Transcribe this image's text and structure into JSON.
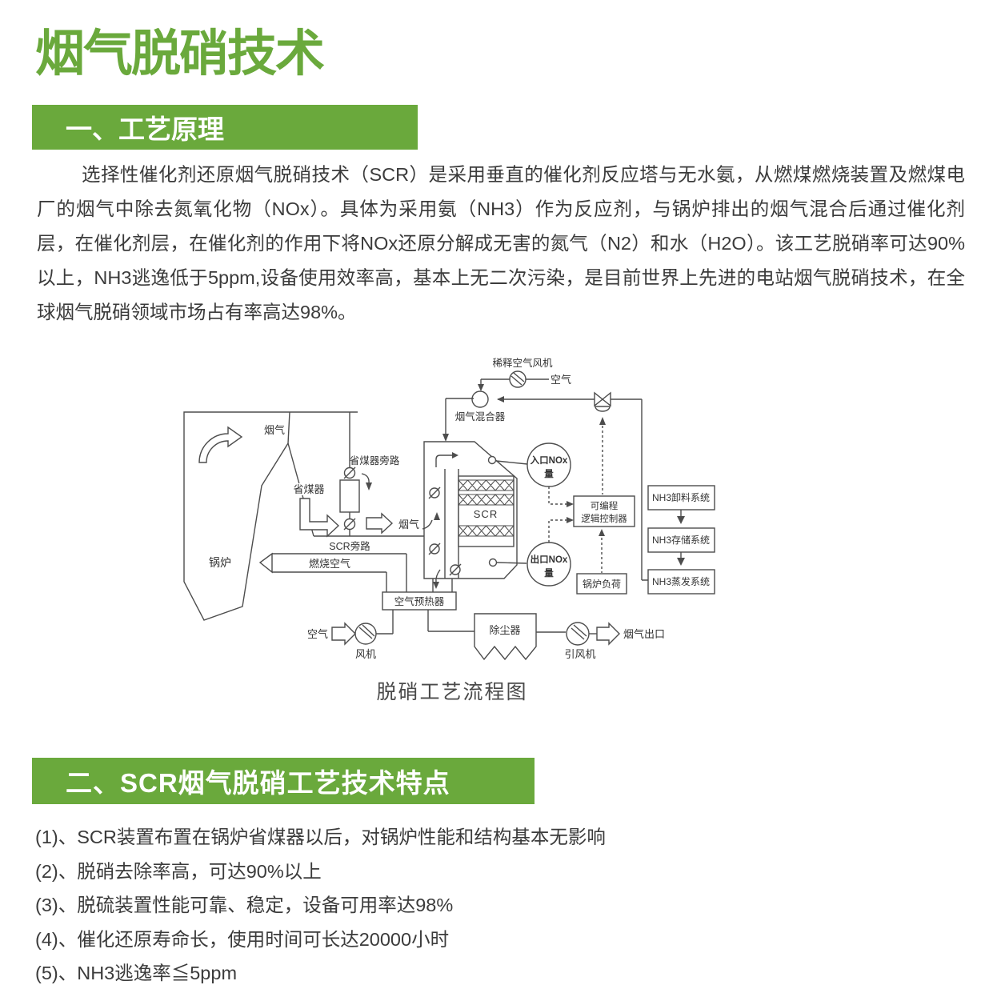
{
  "page": {
    "title": "烟气脱硝技术",
    "section1": {
      "heading": "一、工艺原理",
      "paragraph": "选择性催化剂还原烟气脱硝技术（SCR）是采用垂直的催化剂反应塔与无水氨，从燃煤燃烧装置及燃煤电厂的烟气中除去氮氧化物（NOx）。具体为采用氨（NH3）作为反应剂，与锅炉排出的烟气混合后通过催化剂层，在催化剂层，在催化剂的作用下将NOx还原分解成无害的氮气（N2）和水（H2O）。该工艺脱硝率可达90%以上，NH3逃逸低于5ppm,设备使用效率高，基本上无二次污染，是目前世界上先进的电站烟气脱硝技术，在全球烟气脱硝领域市场占有率高达98%。"
    },
    "diagram": {
      "caption": "脱硝工艺流程图",
      "labels": {
        "dilution_air_fan": "稀释空气风机",
        "air_top": "空气",
        "flue_gas_mixer": "烟气混合器",
        "boiler_flue_gas": "烟气",
        "economizer_bypass": "省煤器旁路",
        "economizer": "省煤器",
        "boiler": "锅炉",
        "scr_bypass": "SCR旁路",
        "flue_gas_duct": "烟气",
        "combustion_air": "燃烧空气",
        "scr_reactor": "SCR",
        "inlet_nox_line1": "入口NOx",
        "inlet_nox_line2": "量",
        "outlet_nox_line1": "出口NOx",
        "outlet_nox_line2": "量",
        "plc_line1": "可编程",
        "plc_line2": "逻辑控制器",
        "boiler_load": "锅炉负荷",
        "nh3_unloading": "NH3卸料系统",
        "nh3_storage": "NH3存储系统",
        "nh3_evaporation": "NH3蒸发系统",
        "air_preheater": "空气预热器",
        "air_bottom": "空气",
        "fan": "风机",
        "dust_collector": "除尘器",
        "induced_draft_fan": "引风机",
        "flue_gas_outlet": "烟气出口"
      }
    },
    "section2": {
      "heading": "二、SCR烟气脱硝工艺技术特点",
      "items": [
        "(1)、SCR装置布置在锅炉省煤器以后，对锅炉性能和结构基本无影响",
        "(2)、脱硝去除率高，可达90%以上",
        "(3)、脱硫装置性能可靠、稳定，设备可用率达98%",
        "(4)、催化还原寿命长，使用时间可长达20000小时",
        "(5)、NH3逃逸率≦5ppm"
      ]
    },
    "colors": {
      "accent_green": "#6aa93c",
      "body_text": "#3b3b3b",
      "diagram_line": "#4d4d4d",
      "heading_text": "#ffffff"
    }
  }
}
